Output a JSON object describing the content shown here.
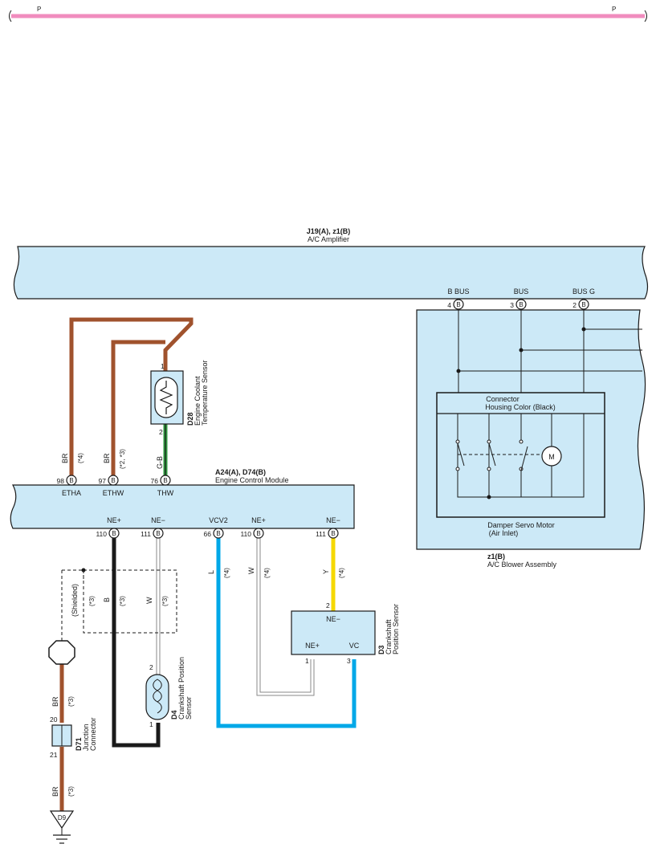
{
  "ribbon": {
    "left_label": "P",
    "right_label": "P",
    "color": "#f08cbe"
  },
  "amplifier": {
    "code": "J19(A), z1(B)",
    "name": "A/C Amplifier"
  },
  "amp_pins": [
    {
      "num": "4",
      "conn": "B",
      "name": "B BUS"
    },
    {
      "num": "3",
      "conn": "B",
      "name": "BUS"
    },
    {
      "num": "2",
      "conn": "B",
      "name": "BUS G"
    }
  ],
  "blower": {
    "code": "z1(B)",
    "name": "A/C Blower Assembly",
    "connector_line1": "Connector",
    "connector_line2": "Housing Color (Black)",
    "motor_line1": "Damper Servo Motor",
    "motor_line2": "(Air Inlet)",
    "motor_symbol": "M"
  },
  "ecm": {
    "code": "A24(A), D74(B)",
    "name": "Engine Control Module"
  },
  "ecm_top_pins": [
    {
      "num": "98",
      "conn": "B",
      "name": "ETHA",
      "wire": "BR",
      "note": "(*4)"
    },
    {
      "num": "97",
      "conn": "B",
      "name": "ETHW",
      "wire": "BR",
      "note": "(*2, *3)"
    },
    {
      "num": "76",
      "conn": "B",
      "name": "THW",
      "wire": "G-B",
      "note": ""
    }
  ],
  "ecm_bottom_pins": [
    {
      "num": "110",
      "conn": "B",
      "name": "NE+",
      "wire": "B",
      "note": "(*3)"
    },
    {
      "num": "111",
      "conn": "B",
      "name": "NE−",
      "wire": "W",
      "note": "(*3)"
    },
    {
      "num": "66",
      "conn": "B",
      "name": "VCV2",
      "wire": "L",
      "note": "(*4)"
    },
    {
      "num": "110",
      "conn": "B",
      "name": "NE+",
      "wire": "W",
      "note": "(*4)"
    },
    {
      "num": "111",
      "conn": "B",
      "name": "NE−",
      "wire": "Y",
      "note": "(*4)"
    }
  ],
  "coolant_sensor": {
    "code": "D28",
    "line1": "Engine Coolant",
    "line2": "Temperature Sensor",
    "pin_top": "1",
    "pin_bottom": "2"
  },
  "crank_d4": {
    "code": "D4",
    "line1": "Crankshaft Position",
    "line2": "Sensor",
    "pin_top": "2",
    "pin_bottom": "1"
  },
  "crank_d3": {
    "code": "D3",
    "line1": "Crankshaft",
    "line2": "Position Sensor",
    "pin_ne_minus": "NE−",
    "pin_ne_plus": "NE+",
    "pin_vc": "VC",
    "pin_2": "2",
    "pin_1": "1",
    "pin_3": "3"
  },
  "shield": {
    "label": "(Shielded)",
    "note": "(*3)"
  },
  "junction": {
    "code": "D71",
    "line1": "Junction",
    "line2": "Connector",
    "pin_top": "20",
    "pin_bottom": "21",
    "wire_top": "BR",
    "note_top": "(*3)",
    "wire_bottom": "BR",
    "note_bottom": "(*3)"
  },
  "ground": {
    "code": "D9"
  },
  "wire_colors": {
    "BR": "#a0522d",
    "G-B": "#2e9a3e",
    "B": "#1a1a1a",
    "W": "#ffffff",
    "L": "#00a8e8",
    "Y": "#f5d800"
  }
}
